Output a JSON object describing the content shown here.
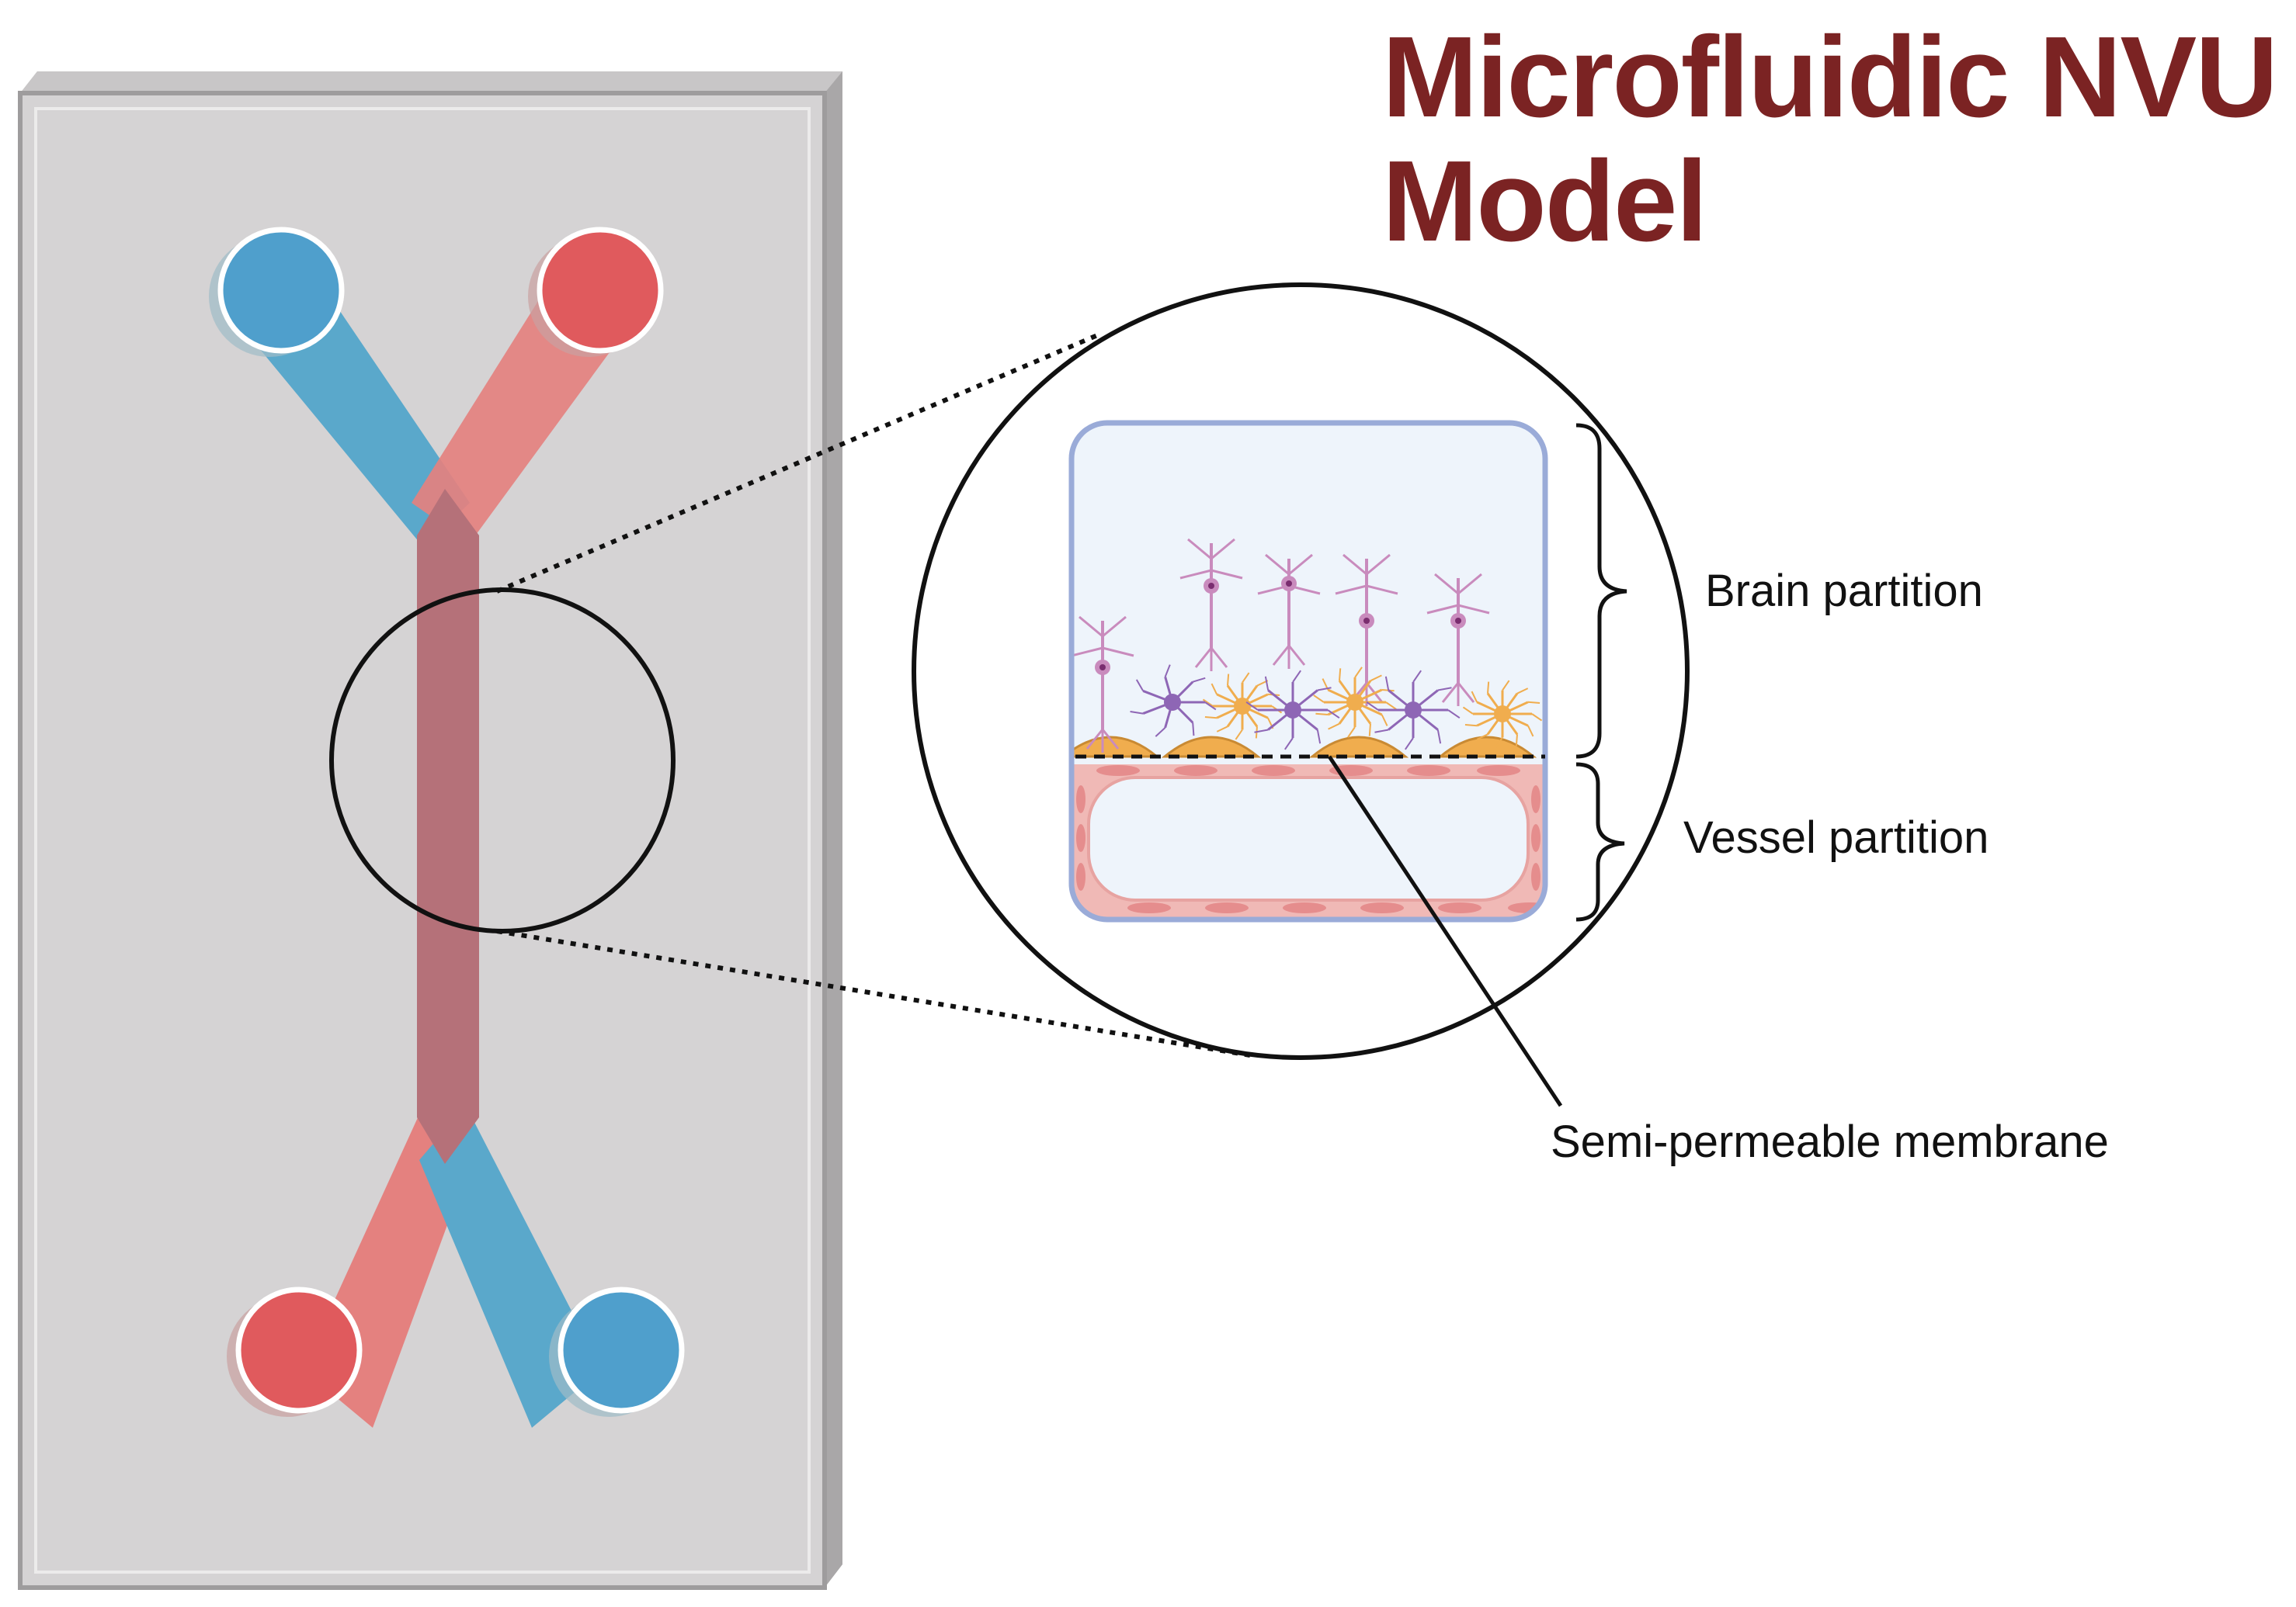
{
  "title": {
    "line1": "Microfluidic NVU",
    "line2": "Model"
  },
  "labels": {
    "brain": "Brain partition",
    "vessel": "Vessel partition",
    "membrane": "Semi-permeable membrane"
  },
  "colors": {
    "title": "#7b2323",
    "chip_face": "#d5d3d4",
    "chip_edge": "#9e9c9d",
    "blue_channel": "#5aa8cb",
    "red_channel": "#e4817f",
    "red_port": "#e05a5d",
    "blue_port": "#4f9fcc",
    "merged_channel": "#b57179",
    "inset_bg": "#eef4fb",
    "inset_border": "#9aabd8",
    "vessel_wall": "#f0b9b6",
    "astrocyte": "#f0ad4e",
    "neuron_light": "#c98bbd",
    "microglia": "#8e66b5"
  },
  "icons": [
    "microfluidic-chip",
    "inlet-port",
    "outlet-port",
    "zoom-circle",
    "neuron-cell",
    "astrocyte-cell",
    "microglia-cell",
    "endothelial-cell",
    "brace-icon"
  ]
}
